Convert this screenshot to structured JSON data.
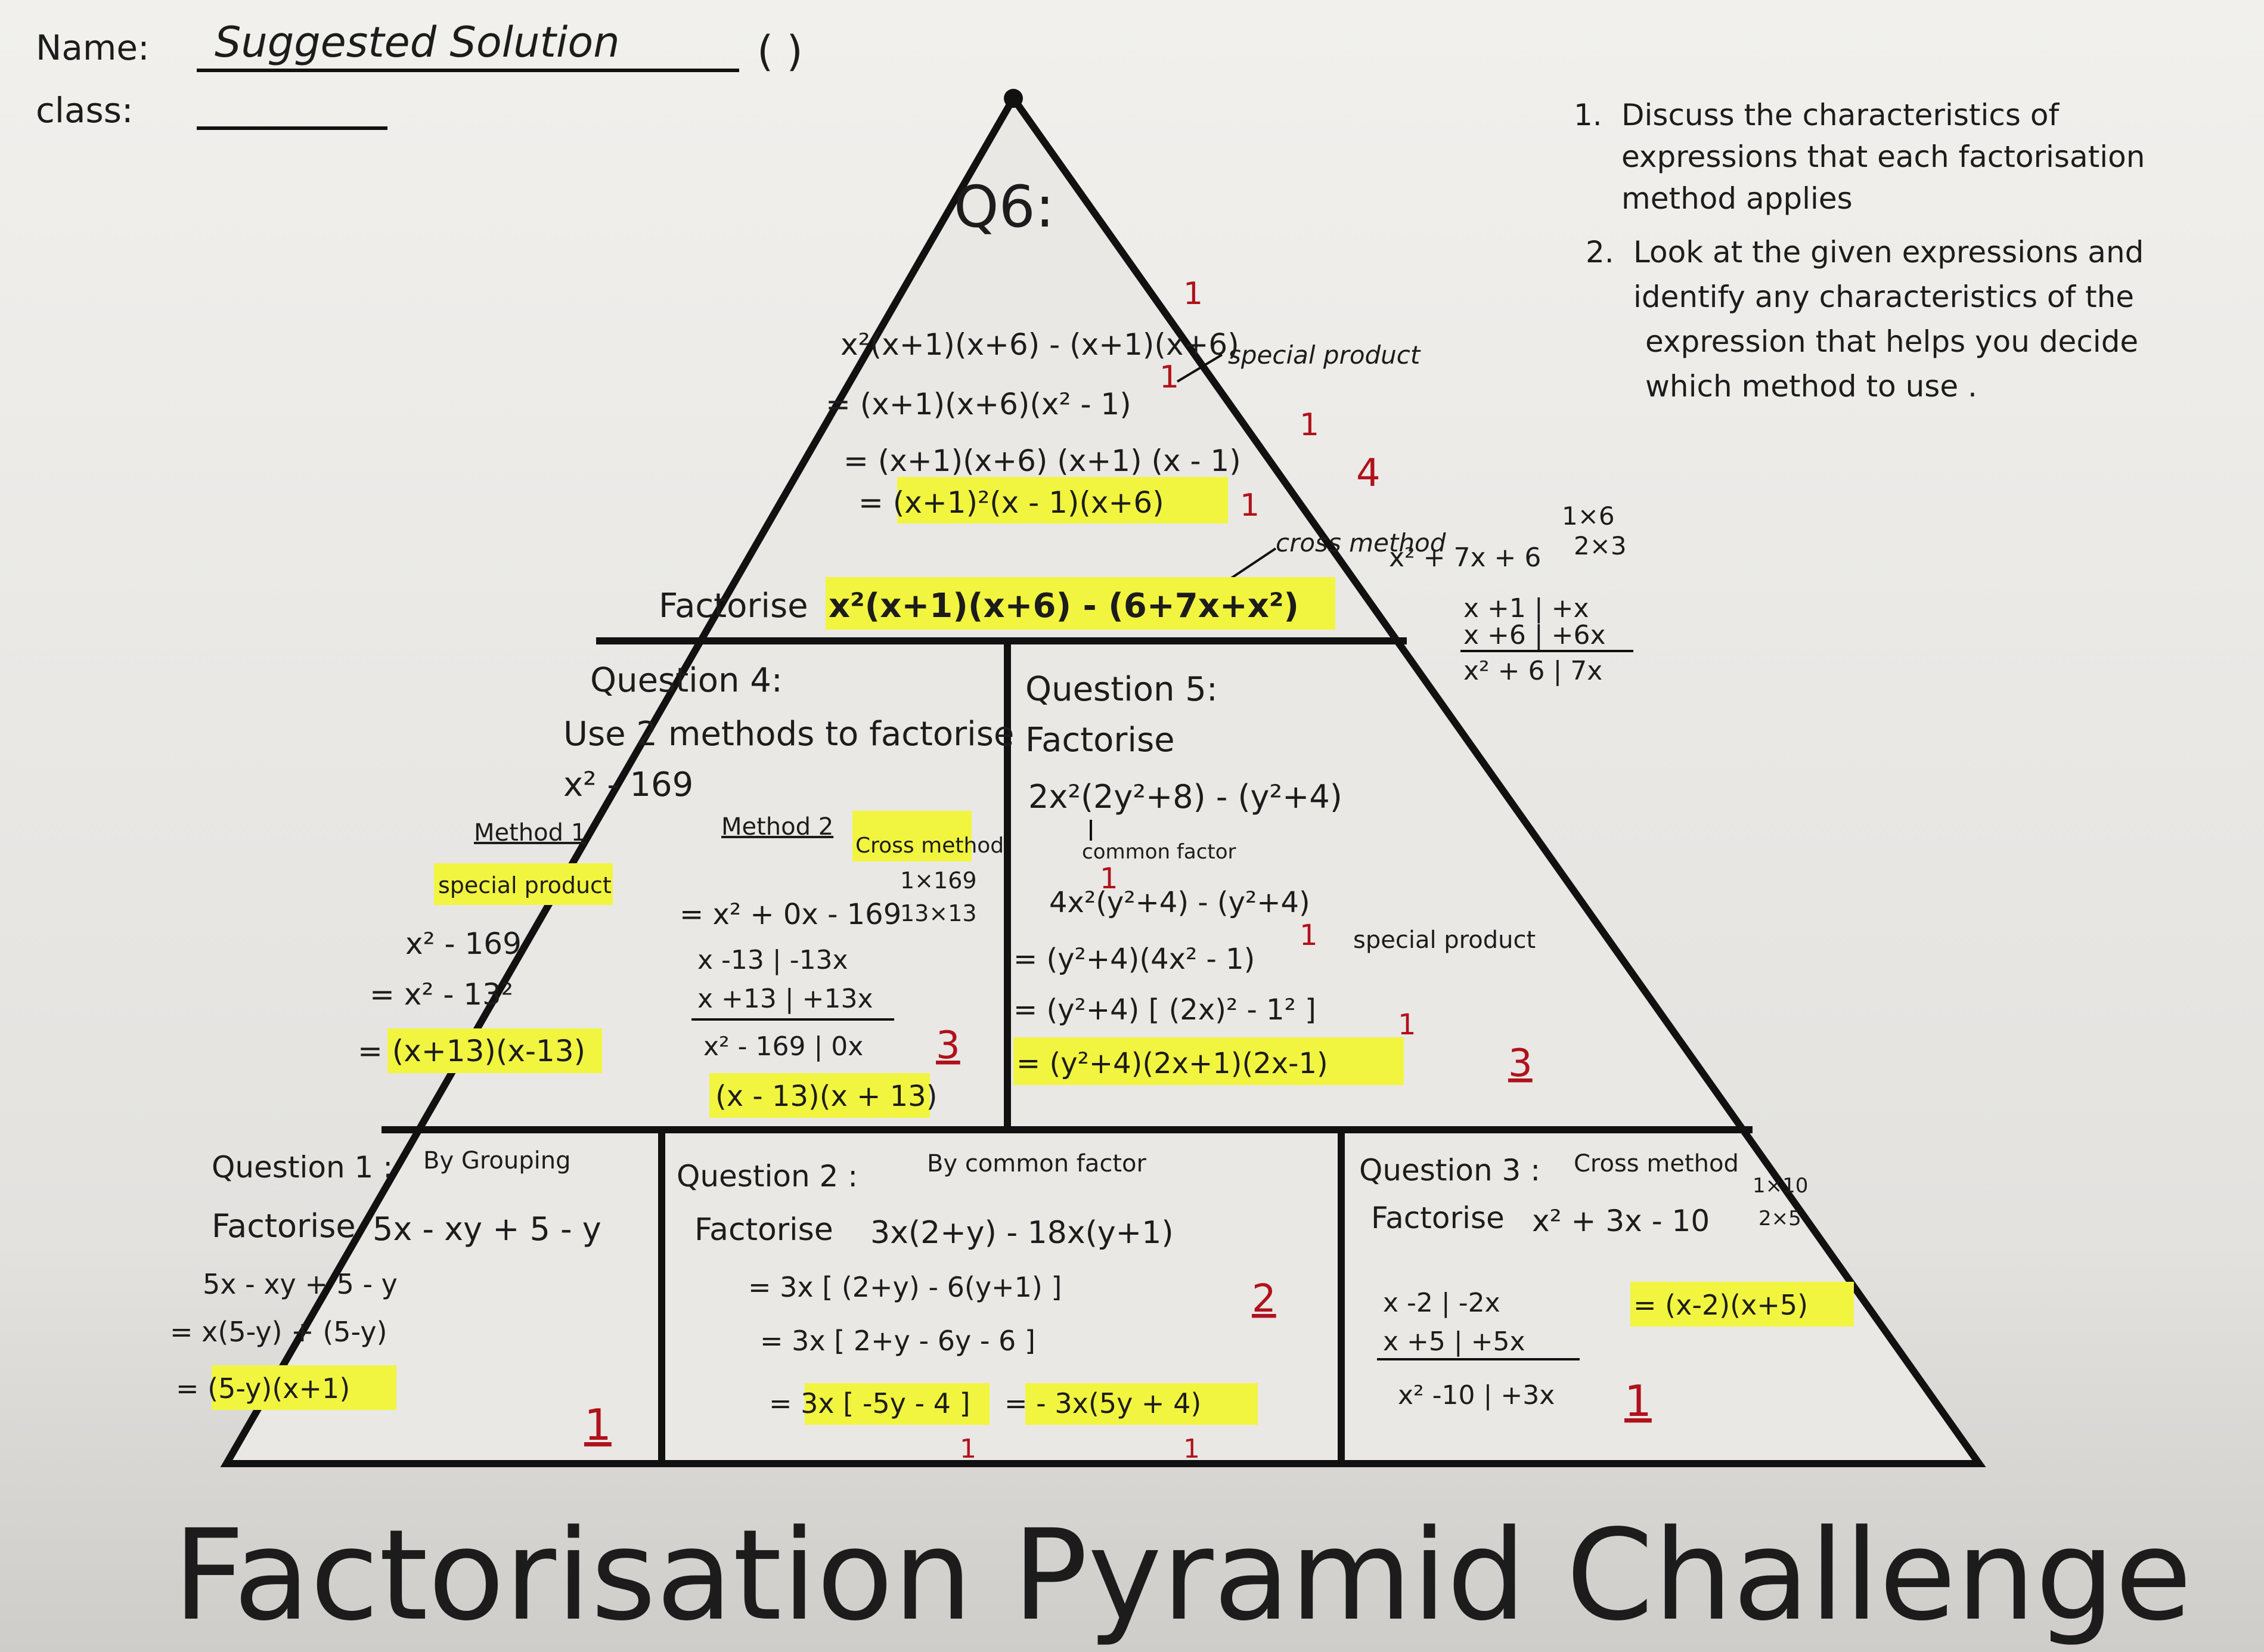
{
  "header": {
    "name_label": "Name:",
    "name_value": "Suggested Solution",
    "register_brackets": "(    )",
    "class_label": "class:"
  },
  "instructions": [
    {
      "num": "1.",
      "lines": [
        "Discuss the characteristics of",
        "expressions that each factorisation",
        "method applies"
      ]
    },
    {
      "num": "2.",
      "lines": [
        "Look at the given expressions and",
        "identify any characteristics of the",
        "expression that helps you decide",
        "which method to use ."
      ]
    }
  ],
  "q6": {
    "label": "Q6:",
    "steps": [
      "x²(x+1)(x+6) - (x+1)(x+6)",
      "= (x+1)(x+6)(x² - 1)",
      "= (x+1)(x+6) (x+1) (x - 1)",
      "= (x+1)²(x - 1)(x+6)"
    ],
    "note_special": "special product",
    "marks": [
      "1",
      "1",
      "1",
      "1"
    ],
    "total": "4",
    "factorise_label": "Factorise",
    "expression": "x²(x+1)(x+6) - (6+7x+x²)",
    "note_cross": "cross method",
    "side_work": {
      "expr": "x² + 7x + 6",
      "pairs": [
        "1×6",
        "2×3"
      ],
      "grid_rows": [
        "x  +1 | +x",
        "x  +6 | +6x"
      ],
      "grid_total": "x² + 6 | 7x"
    }
  },
  "q4": {
    "title": "Question 4:",
    "prompt": "Use 2 methods to factorise",
    "expr": "x² - 169",
    "method1_label": "Method 1",
    "method1_name": "special product",
    "method1_steps": [
      "x² - 169",
      "= x² - 13²",
      "= (x+13)(x-13)"
    ],
    "method2_label": "Method 2",
    "method2_name": "Cross method",
    "method2_line": "= x² + 0x - 169",
    "method2_pairs": [
      "1×169",
      "13×13"
    ],
    "method2_grid": [
      "x  -13 | -13x",
      "x  +13 | +13x"
    ],
    "method2_total": "x² - 169 | 0x",
    "method2_answer": "(x - 13)(x + 13)",
    "total": "3"
  },
  "q5": {
    "title": "Question 5:",
    "prompt": "Factorise",
    "expr": "2x²(2y²+8) - (y²+4)",
    "note_common": "common factor",
    "steps": [
      "4x²(y²+4) - (y²+4)",
      "= (y²+4)(4x² - 1)",
      "= (y²+4) [ (2x)² - 1² ]",
      "= (y²+4)(2x+1)(2x-1)"
    ],
    "note_special": "special product",
    "marks": [
      "1",
      "1",
      "1"
    ],
    "total": "3"
  },
  "q1": {
    "title": "Question 1 :",
    "method": "By Grouping",
    "prompt": "Factorise",
    "expr": "5x - xy + 5 - y",
    "steps": [
      "5x - xy + 5 - y",
      "= x(5-y) + (5-y)",
      "= (5-y)(x+1)"
    ],
    "total": "1"
  },
  "q2": {
    "title": "Question 2 :",
    "method": "By common factor",
    "prompt": "Factorise",
    "expr": "3x(2+y) - 18x(y+1)",
    "steps": [
      "= 3x [ (2+y) - 6(y+1) ]",
      "= 3x [ 2+y - 6y - 6 ]",
      "= 3x [ -5y - 4 ]",
      "= - 3x(5y + 4)"
    ],
    "marks": [
      "1",
      "1"
    ],
    "total": "2"
  },
  "q3": {
    "title": "Question 3 :",
    "method": "Cross method",
    "prompt": "Factorise",
    "expr": "x² + 3x - 10",
    "pairs": [
      "1×10",
      "2×5"
    ],
    "grid": [
      "x  -2 | -2x",
      "x  +5 | +5x"
    ],
    "grid_total": "x² -10 | +3x",
    "answer": "= (x-2)(x+5)",
    "total": "1"
  },
  "footer_title": "Factorisation Pyramid Challenge"
}
